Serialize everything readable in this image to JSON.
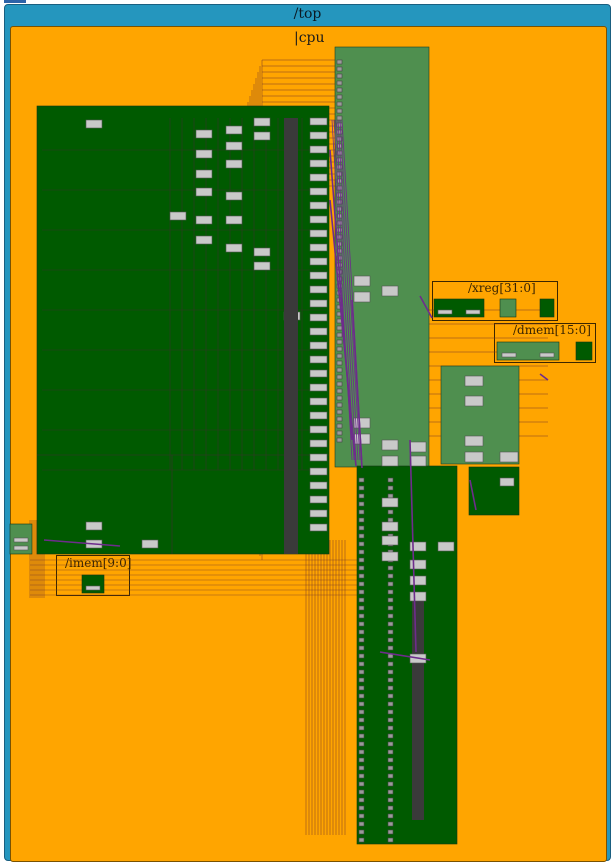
{
  "frames": {
    "top": "/top",
    "cpu": "|cpu",
    "xreg": "/xreg[31:0]",
    "dmem": "/dmem[15:0]",
    "imem": "/imem[9:0]"
  },
  "colors": {
    "top_bg": "#2596be",
    "cpu_bg": "#ffa500",
    "dark_block": "#005a00",
    "light_block": "#4f8f4f",
    "wire": "#7a3b2a",
    "bus": "#6e2c8c",
    "cell": "#c9c9c9"
  }
}
